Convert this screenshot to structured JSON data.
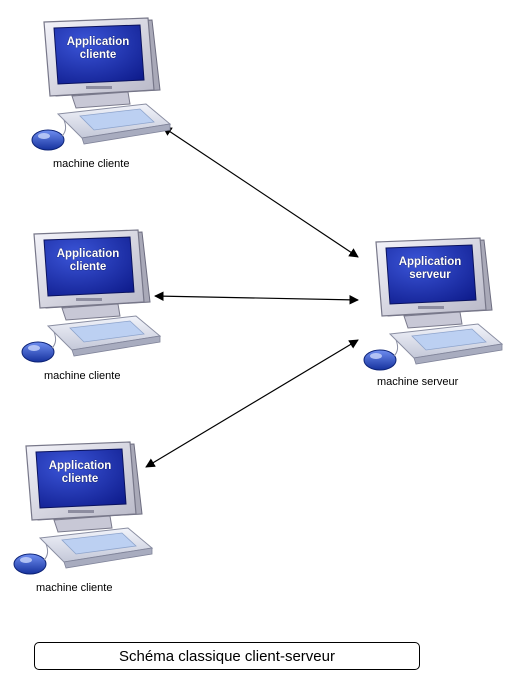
{
  "nodes": [
    {
      "screen_line1": "Application",
      "screen_line2": "cliente",
      "label": "machine cliente"
    },
    {
      "screen_line1": "Application",
      "screen_line2": "cliente",
      "label": "machine cliente"
    },
    {
      "screen_line1": "Application",
      "screen_line2": "cliente",
      "label": "machine cliente"
    },
    {
      "screen_line1": "Application",
      "screen_line2": "serveur",
      "label": "machine serveur"
    }
  ],
  "caption": "Schéma classique client-serveur",
  "colors": {
    "screen": "#1a2fa8",
    "bezel": "#d9d9e6",
    "mouse": "#2a4fc0",
    "arrow": "#000000"
  },
  "icons": [
    "computer-icon",
    "mouse-icon"
  ],
  "links": [
    {
      "from": "client-1",
      "to": "server",
      "bidirectional": true
    },
    {
      "from": "client-2",
      "to": "server",
      "bidirectional": true
    },
    {
      "from": "client-3",
      "to": "server",
      "bidirectional": true
    }
  ]
}
